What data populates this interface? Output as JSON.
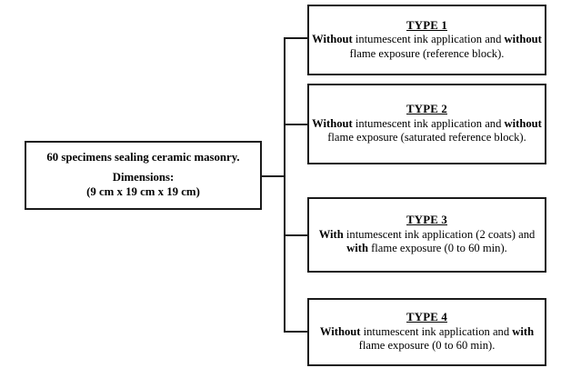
{
  "diagram": {
    "type": "flowchart-tree",
    "orientation": "left-to-right",
    "background_color": "#ffffff",
    "line_color": "#1a1a1a",
    "text_color": "#000000",
    "root": {
      "id": "root",
      "line_main": "60 specimens sealing ceramic masonry.",
      "line_dim_label": "Dimensions:",
      "line_dim_value": "(9 cm x 19 cm x 19 cm)"
    },
    "branches": [
      {
        "id": "type-1",
        "title": "TYPE 1",
        "body_segments": [
          {
            "text": "Without",
            "bold": true
          },
          {
            "text": " intumescent ink application and ",
            "bold": false
          },
          {
            "text": "without",
            "bold": true
          },
          {
            "text": " flame exposure (reference block).",
            "bold": false
          }
        ],
        "body_plain": "Without intumescent ink application and without flame exposure (reference block)."
      },
      {
        "id": "type-2",
        "title": "TYPE 2",
        "body_segments": [
          {
            "text": "Without",
            "bold": true
          },
          {
            "text": " intumescent ink application and ",
            "bold": false
          },
          {
            "text": "without",
            "bold": true
          },
          {
            "text": " flame exposure (saturated reference block).",
            "bold": false
          }
        ],
        "body_plain": "Without intumescent ink application and without flame exposure (saturated reference block)."
      },
      {
        "id": "type-3",
        "title": "TYPE 3",
        "body_segments": [
          {
            "text": "With",
            "bold": true
          },
          {
            "text": " intumescent ink application (2 coats) and ",
            "bold": false
          },
          {
            "text": "with",
            "bold": true
          },
          {
            "text": " flame exposure (0 to 60 min).",
            "bold": false
          }
        ],
        "body_plain": "With intumescent ink application (2 coats) and with flame exposure (0 to 60 min)."
      },
      {
        "id": "type-4",
        "title": "TYPE 4",
        "body_segments": [
          {
            "text": "Without",
            "bold": true
          },
          {
            "text": " intumescent ink application and ",
            "bold": false
          },
          {
            "text": "with",
            "bold": true
          },
          {
            "text": " flame exposure (0 to 60 min).",
            "bold": false
          }
        ],
        "body_plain": "Without intumescent ink application and with flame exposure (0 to 60 min)."
      }
    ]
  }
}
